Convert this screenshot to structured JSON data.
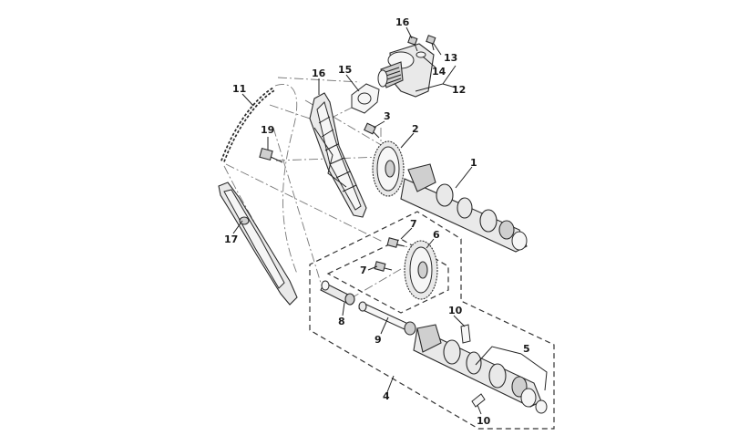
{
  "diagram": {
    "callouts": [
      {
        "id": "c-16a",
        "text": "16"
      },
      {
        "id": "c-13",
        "text": "13"
      },
      {
        "id": "c-14",
        "text": "14"
      },
      {
        "id": "c-12",
        "text": "12"
      },
      {
        "id": "c-15",
        "text": "15"
      },
      {
        "id": "c-16b",
        "text": "16"
      },
      {
        "id": "c-11",
        "text": "11"
      },
      {
        "id": "c-3",
        "text": "3"
      },
      {
        "id": "c-2",
        "text": "2"
      },
      {
        "id": "c-19",
        "text": "19"
      },
      {
        "id": "c-1",
        "text": "1"
      },
      {
        "id": "c-7a",
        "text": "7"
      },
      {
        "id": "c-6",
        "text": "6"
      },
      {
        "id": "c-17",
        "text": "17"
      },
      {
        "id": "c-7b",
        "text": "7"
      },
      {
        "id": "c-10a",
        "text": "10"
      },
      {
        "id": "c-8",
        "text": "8"
      },
      {
        "id": "c-9",
        "text": "9"
      },
      {
        "id": "c-5",
        "text": "5"
      },
      {
        "id": "c-4",
        "text": "4"
      },
      {
        "id": "c-10b",
        "text": "10"
      }
    ]
  }
}
